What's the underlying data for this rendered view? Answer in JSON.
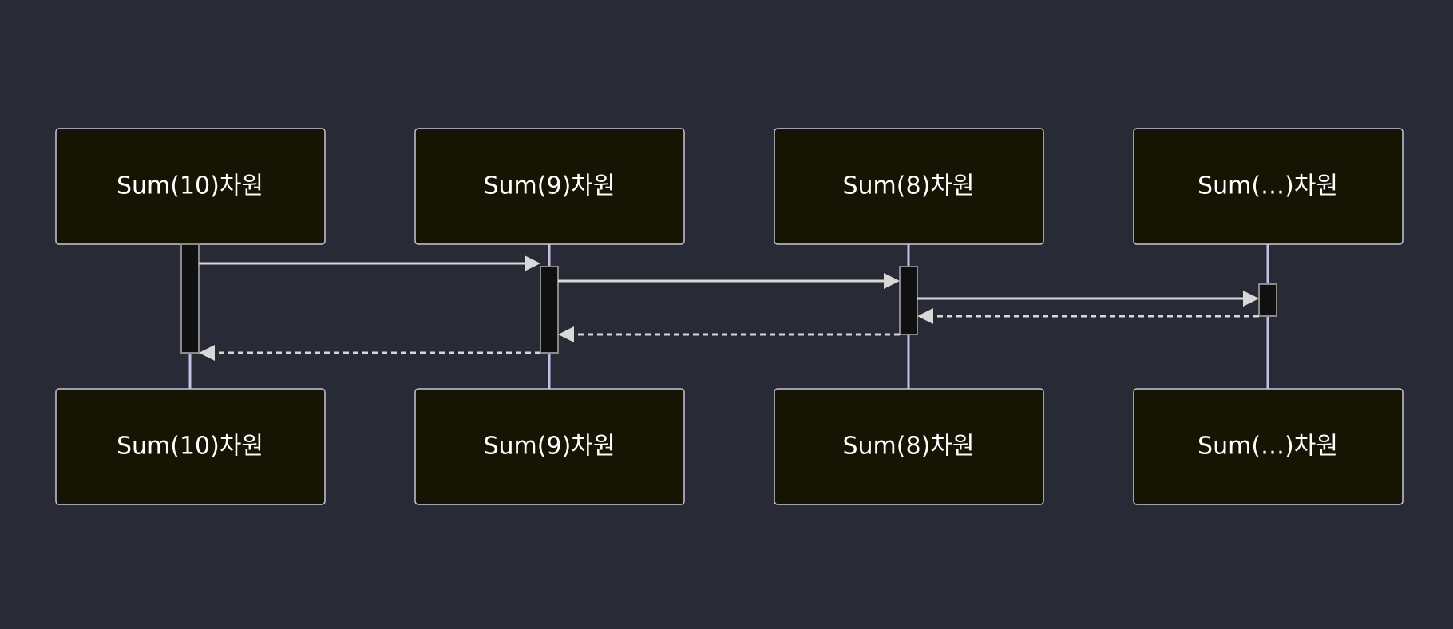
{
  "diagram": {
    "type": "sequence",
    "participants": [
      {
        "id": "p10",
        "label": "Sum(10)차원"
      },
      {
        "id": "p9",
        "label": "Sum(9)차원"
      },
      {
        "id": "p8",
        "label": "Sum(8)차원"
      },
      {
        "id": "pn",
        "label": "Sum(…)차원"
      }
    ],
    "messages": [
      {
        "from": "p10",
        "to": "p9",
        "kind": "call"
      },
      {
        "from": "p9",
        "to": "p8",
        "kind": "call"
      },
      {
        "from": "p8",
        "to": "pn",
        "kind": "call"
      },
      {
        "from": "pn",
        "to": "p8",
        "kind": "return"
      },
      {
        "from": "p8",
        "to": "p9",
        "kind": "return"
      },
      {
        "from": "p9",
        "to": "p10",
        "kind": "return"
      }
    ],
    "colors": {
      "background": "#282a36",
      "box_fill": "#161402",
      "box_border": "#c9c3dc",
      "lifeline": "#c7bfe6",
      "arrow": "#d8d8d8",
      "activation_fill": "#101010"
    }
  }
}
